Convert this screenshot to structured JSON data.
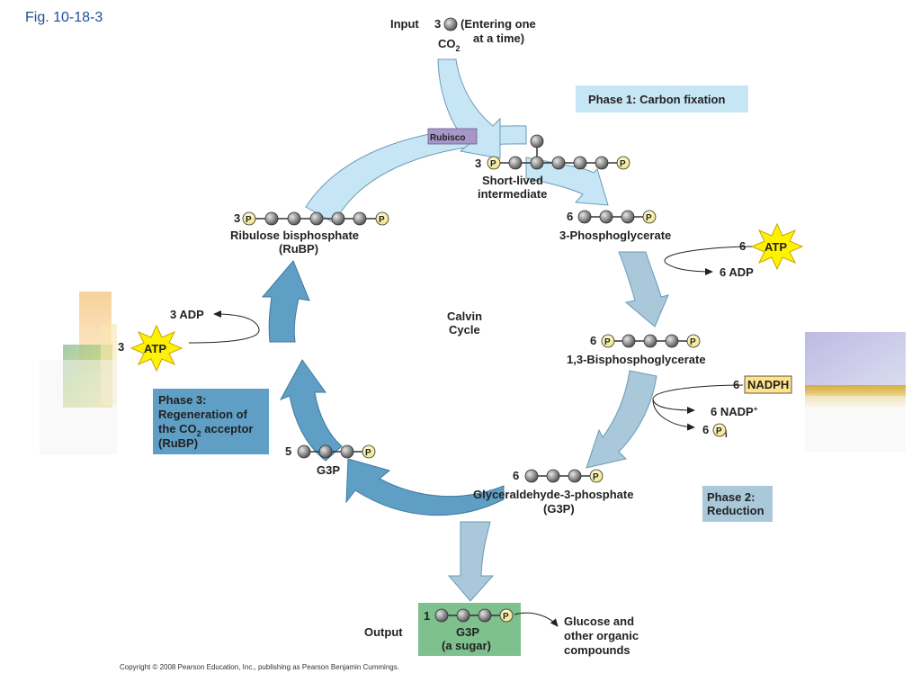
{
  "figure_label": "Fig. 10-18-3",
  "copyright": "Copyright © 2008 Pearson Education, Inc., publishing as Pearson Benjamin Cummings.",
  "input": {
    "label": "Input",
    "count": "3",
    "note_line1": "(Entering one",
    "note_line2": "at a time)",
    "molecule": "CO",
    "molecule_sub": "2"
  },
  "enzyme": "Rubisco",
  "phases": {
    "p1": "Phase 1: Carbon fixation",
    "p2_line1": "Phase 2:",
    "p2_line2": "Reduction",
    "p3_line1": "Phase 3:",
    "p3_line2": "Regeneration of",
    "p3_line3_a": "the CO",
    "p3_line3_sub": "2",
    "p3_line3_b": " acceptor",
    "p3_line4": "(RuBP)"
  },
  "cycle_label_line1": "Calvin",
  "cycle_label_line2": "Cycle",
  "intermediate": {
    "count": "3",
    "line1": "Short-lived",
    "line2": "intermediate"
  },
  "pga": {
    "count": "6",
    "name": "3-Phosphoglycerate"
  },
  "bpg": {
    "count": "6",
    "name": "1,3-Bisphosphoglycerate"
  },
  "g3p_six": {
    "count": "6",
    "line1": "Glyceraldehyde-3-phosphate",
    "line2": "(G3P)"
  },
  "g3p_five": {
    "count": "5",
    "name": "G3P"
  },
  "rubp": {
    "count": "3",
    "line1": "Ribulose bisphosphate",
    "line2": "(RuBP)"
  },
  "atp_phase2": {
    "count": "6",
    "label": "ATP",
    "product": "6 ADP"
  },
  "nadph": {
    "count": "6",
    "label": "NADPH",
    "product_a": "6 NADP",
    "product_sup": "+",
    "pi_count": "6",
    "pi_sub": "i"
  },
  "atp_phase3": {
    "count": "3",
    "label": "ATP",
    "product": "3 ADP"
  },
  "phosphate_symbol": "P",
  "output": {
    "label": "Output",
    "count": "1",
    "line1": "G3P",
    "line2": "(a sugar)",
    "dest_line1": "Glucose and",
    "dest_line2": "other organic",
    "dest_line3": "compounds"
  },
  "colors": {
    "phase1": "#c7e6f5",
    "phase2": "#a9c8da",
    "phase3": "#5f9fc6",
    "output_box": "#7ec08e",
    "atp_burst": "#fff200",
    "nadph_box": "#ffe38a",
    "rubisco_box": "#a996c9",
    "figure_label": "#1f4e9a"
  }
}
